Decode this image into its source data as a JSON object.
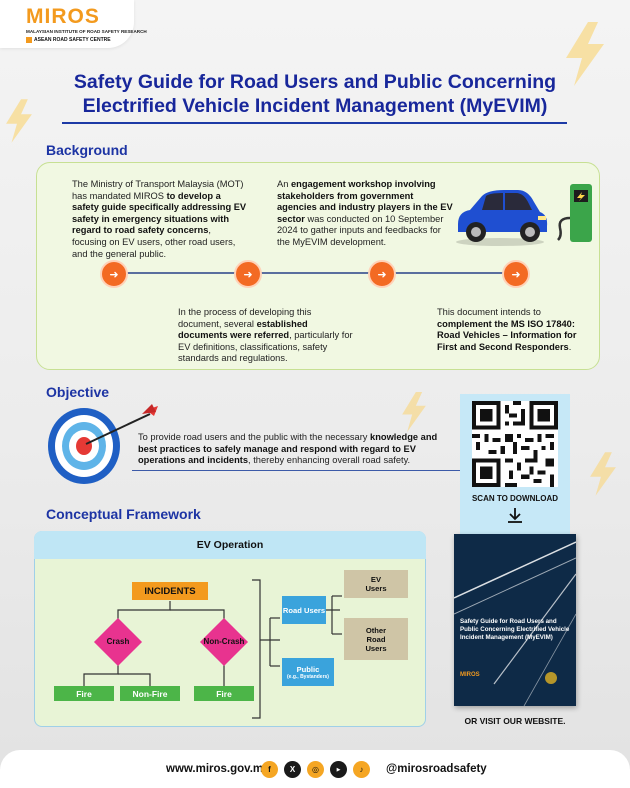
{
  "header": {
    "logo_text": "MIROS",
    "logo_sub1": "MALAYSIAN INSTITUTE OF ROAD SAFETY RESEARCH",
    "logo_sub2": "ASEAN ROAD SAFETY CENTRE",
    "title_line1": "Safety Guide for Road Users and Public Concerning",
    "title_line2": "Electrified Vehicle Incident Management (MyEVIM)"
  },
  "background": {
    "heading": "Background",
    "p1_a": "The Ministry of Transport Malaysia (MOT) has mandated MIROS ",
    "p1_b": "to develop a safety guide specifically addressing EV safety in emergency situations with regard to road safety concerns",
    "p1_c": ", focusing on EV users, other road users, and the general public.",
    "p2_a": "An ",
    "p2_b": "engagement workshop involving stakeholders from government agencies and industry players in the EV sector",
    "p2_c": " was conducted on 10 September 2024 to gather inputs and feedbacks for the MyEVIM development.",
    "p3_a": "In the process of developing this document, several ",
    "p3_b": "established documents were referred",
    "p3_c": ", particularly for EV definitions, classifications, safety standards and regulations.",
    "p4_a": "This document intends to ",
    "p4_b": "complement the MS ISO 17840: Road Vehicles – Information for First and Second Responders",
    "p4_c": "."
  },
  "objective": {
    "heading": "Objective",
    "text_a": "To provide road users and the public with the necessary ",
    "text_b": "knowledge and best practices to safely manage and respond with regard to EV operations and incidents",
    "text_c": ", thereby enhancing overall road safety."
  },
  "framework": {
    "heading": "Conceptual Framework",
    "box_title": "EV Operation",
    "incidents": "INCIDENTS",
    "crash": "Crash",
    "non_crash": "Non-Crash",
    "fire": "Fire",
    "non_fire": "Non-Fire",
    "fire2": "Fire",
    "road_users": "Road Users",
    "public": "Public",
    "public_sub": "(e.g., Bystanders)",
    "ev_users": "EV Users",
    "other_road_users": "Other Road Users"
  },
  "download": {
    "scan": "SCAN TO DOWNLOAD",
    "book_title": "Safety Guide for Road Users and Public Concerning Electrified Vehicle Incident Management (MyEVIM)",
    "book_logo": "MIROS",
    "visit": "OR VISIT OUR WEBSITE."
  },
  "footer": {
    "website": "www.miros.gov.my",
    "handle": "@mirosroadsafety",
    "social_icons": [
      "facebook-icon",
      "x-icon",
      "instagram-icon",
      "youtube-icon",
      "tiktok-icon"
    ]
  },
  "colors": {
    "title_blue": "#18279b",
    "orange": "#f36a23",
    "incident_orange": "#f39a1e",
    "crash_pink": "#e8338f",
    "fire_green": "#4cb548",
    "road_user_blue": "#3aa3dc",
    "user_tan": "#cfc5a6"
  }
}
